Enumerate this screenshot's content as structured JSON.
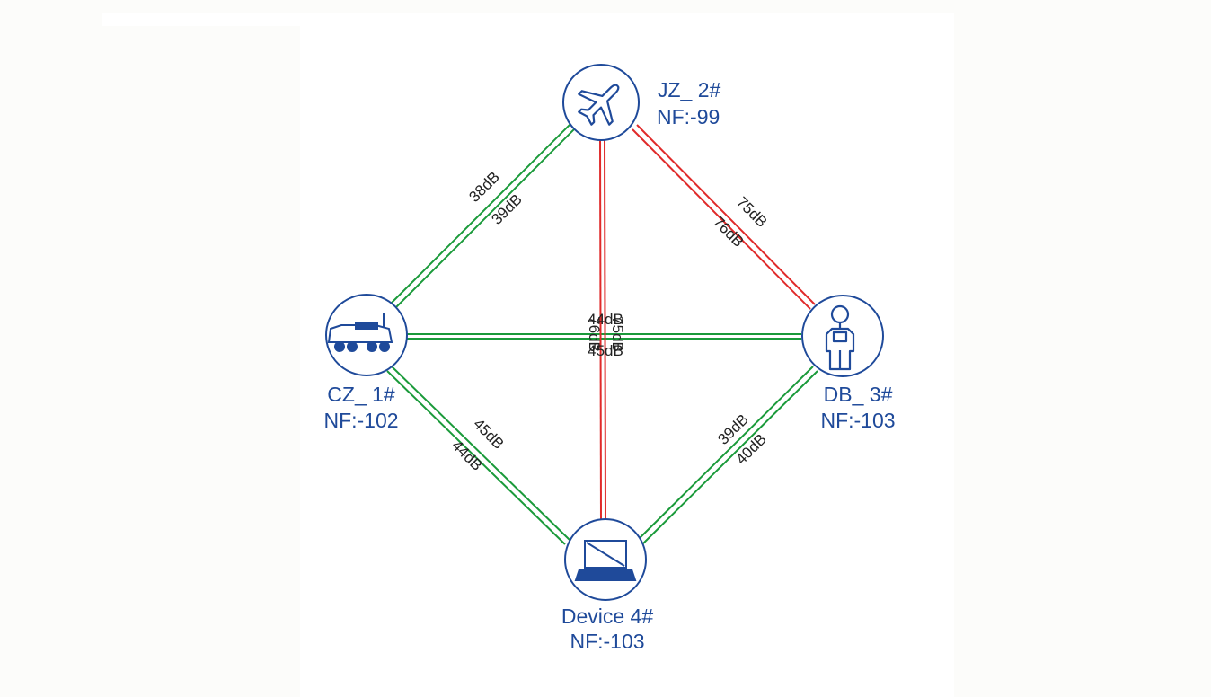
{
  "colors": {
    "node_blue": "#1f4a9a",
    "good_link": "#1a9a3a",
    "bad_link": "#e02a2a",
    "label_text": "#222222"
  },
  "nodes": [
    {
      "id": "cz1",
      "name": "CZ_ 1#",
      "nf": "NF:-102",
      "icon": "armored-vehicle-icon"
    },
    {
      "id": "jz2",
      "name": "JZ_ 2#",
      "nf": "NF:-99",
      "icon": "airplane-icon"
    },
    {
      "id": "db3",
      "name": "DB_ 3#",
      "nf": "NF:-103",
      "icon": "soldier-icon"
    },
    {
      "id": "dev4",
      "name": "Device 4#",
      "nf": "NF:-103",
      "icon": "laptop-icon"
    }
  ],
  "links": [
    {
      "id": "cz1-jz2",
      "status": "good",
      "label_a": "38dB",
      "label_b": "39dB"
    },
    {
      "id": "jz2-db3",
      "status": "bad",
      "label_a": "75dB",
      "label_b": "76dB"
    },
    {
      "id": "cz1-db3",
      "status": "good",
      "label_a": "44dB",
      "label_b": "45dB"
    },
    {
      "id": "jz2-dev4",
      "status": "bad",
      "label_a": "76dB",
      "label_b": "75dB"
    },
    {
      "id": "cz1-dev4",
      "status": "good",
      "label_a": "45dB",
      "label_b": "44dB"
    },
    {
      "id": "db3-dev4",
      "status": "good",
      "label_a": "39dB",
      "label_b": "40dB"
    }
  ]
}
